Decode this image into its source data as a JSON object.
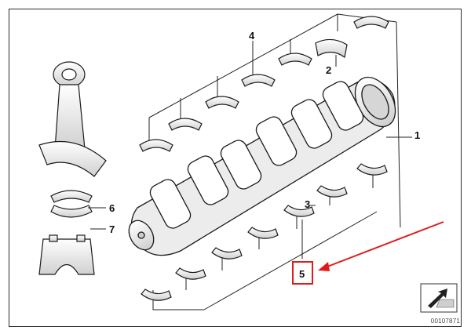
{
  "callouts": {
    "c1": "1",
    "c2": "2",
    "c3": "3",
    "c4": "4",
    "c5": "5",
    "c6": "6",
    "c7": "7"
  },
  "diagram_id": "00107871",
  "colors": {
    "line": "#1a1a1a",
    "part_fill": "#f2f2f2",
    "part_shade": "#d9d9d9",
    "highlight": "#e01b1b"
  },
  "icons": {
    "logo": "parts-catalog-logo-icon",
    "arrow": "red-pointer-arrow-icon"
  }
}
